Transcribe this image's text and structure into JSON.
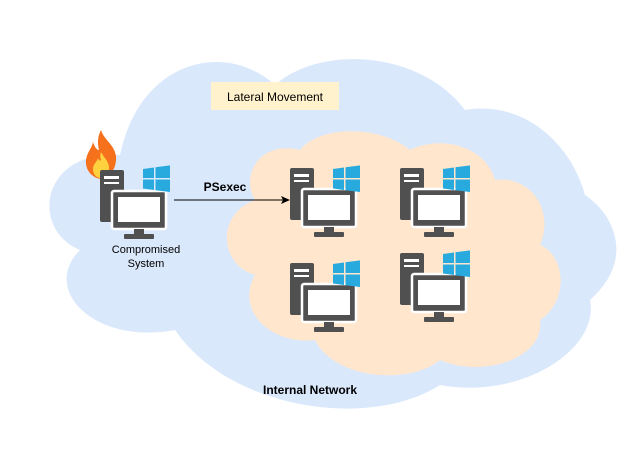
{
  "diagram": {
    "title": "Lateral Movement",
    "edge_label": "PSexec",
    "compromised_label_line1": "Compromised",
    "compromised_label_line2": "System",
    "network_label": "Internal Network"
  },
  "colors": {
    "outer_cloud": "#dae8fc",
    "inner_cloud": "#ffe6cc",
    "title_box": "#fff2cc",
    "computer": "#505050",
    "windows_logo": "#28aadf",
    "flame_outer": "#f5711c",
    "flame_inner": "#ffd13f"
  },
  "icons": {
    "computer": "desktop-computer-icon",
    "windows": "windows-logo-icon",
    "fire": "fire-icon"
  }
}
